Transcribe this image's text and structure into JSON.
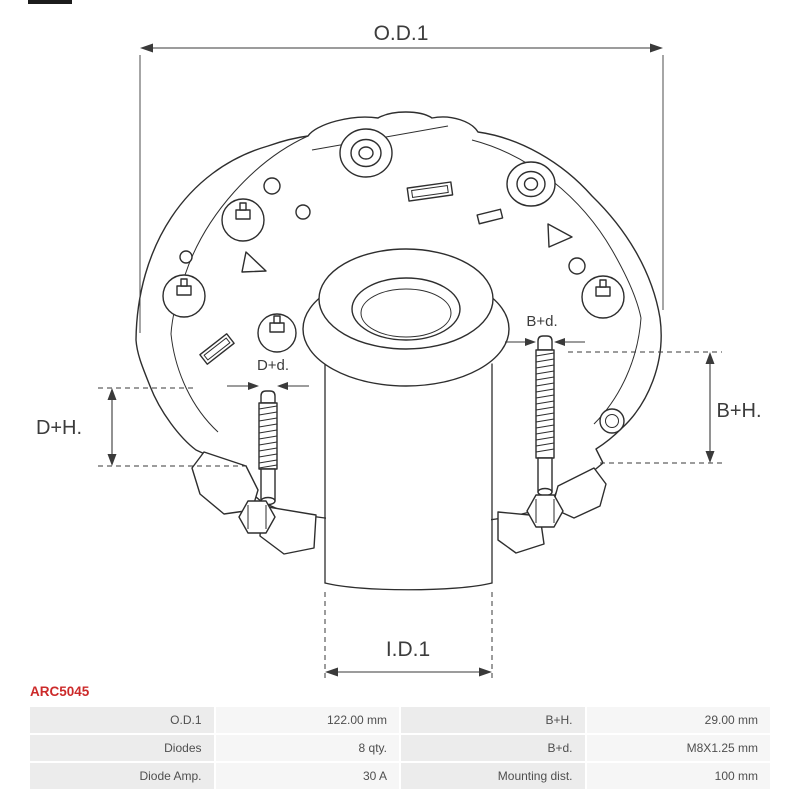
{
  "part_number": "ARC5045",
  "diagram": {
    "labels": {
      "od1": "O.D.1",
      "id1": "I.D.1",
      "dplus_h": "D+H.",
      "bplus_h": "B+H.",
      "bplus_d": "B+d.",
      "dplus_d": "D+d."
    }
  },
  "table": {
    "rows": [
      [
        "O.D.1",
        "122.00 mm",
        "B+H.",
        "29.00 mm"
      ],
      [
        "Diodes",
        "8 qty.",
        "B+d.",
        "M8X1.25 mm"
      ],
      [
        "Diode Amp.",
        "30 A",
        "Mounting dist.",
        "100 mm"
      ]
    ]
  },
  "colors": {
    "part_number_red": "#cc2a2a",
    "line_color": "#2e2e2e",
    "label_cell_bg": "#ececec",
    "value_cell_bg": "#f6f6f6"
  }
}
